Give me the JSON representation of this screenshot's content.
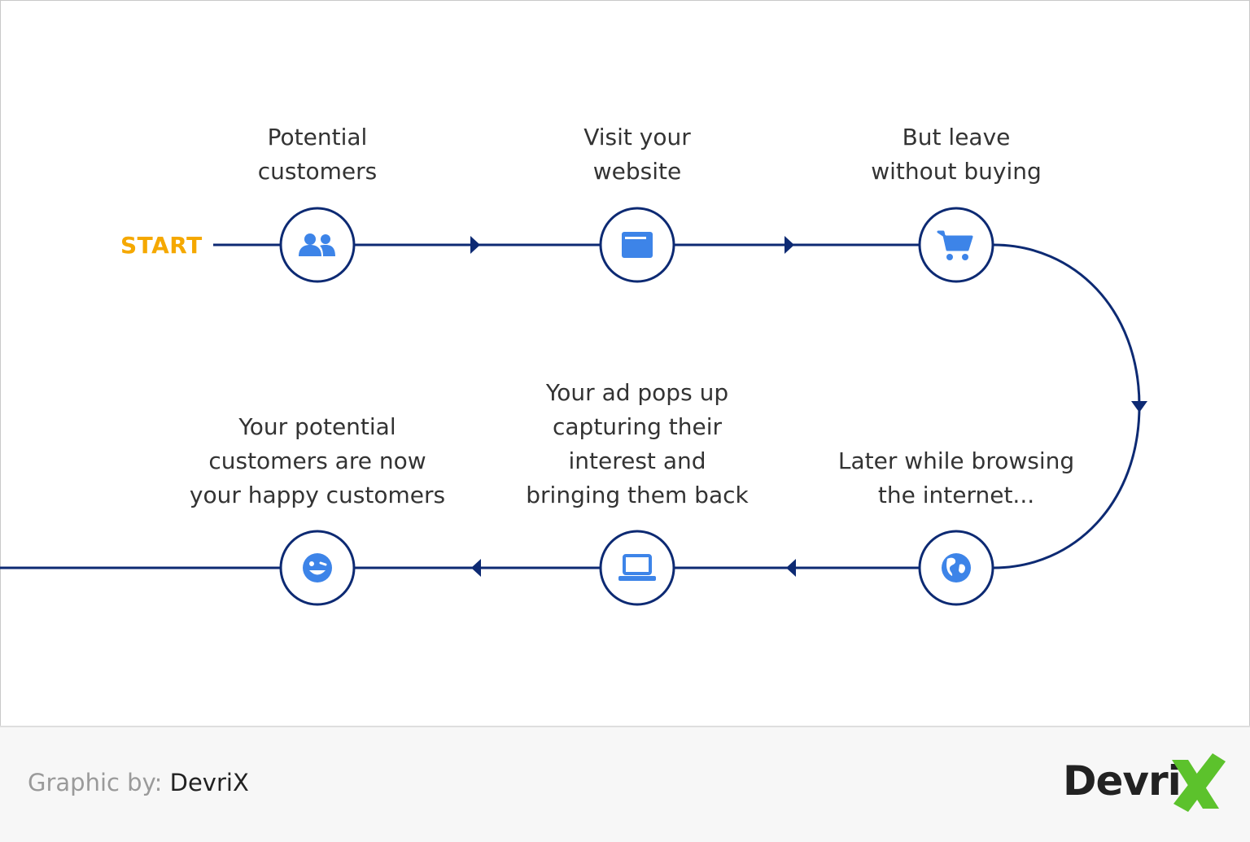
{
  "start_label": "START",
  "steps": [
    {
      "label": "Potential\ncustomers",
      "icon": "users-icon"
    },
    {
      "label": "Visit your\nwebsite",
      "icon": "browser-window-icon"
    },
    {
      "label": "But leave\nwithout buying",
      "icon": "shopping-cart-icon"
    },
    {
      "label": "Later while browsing\nthe internet...",
      "icon": "globe-icon"
    },
    {
      "label": "Your ad pops up\ncapturing their\ninterest and\nbringing them back",
      "icon": "laptop-icon"
    },
    {
      "label": "Your  potential\ncustomers are now\nyour happy customers",
      "icon": "smiley-wink-icon"
    }
  ],
  "footer": {
    "credit_key": "Graphic by:",
    "credit_value": "DevriX"
  },
  "logo": {
    "text": "Devri"
  },
  "colors": {
    "line": "#0d2a73",
    "icon": "#3d84e8",
    "start": "#f5a800",
    "logo_x": "#5cc22c"
  }
}
